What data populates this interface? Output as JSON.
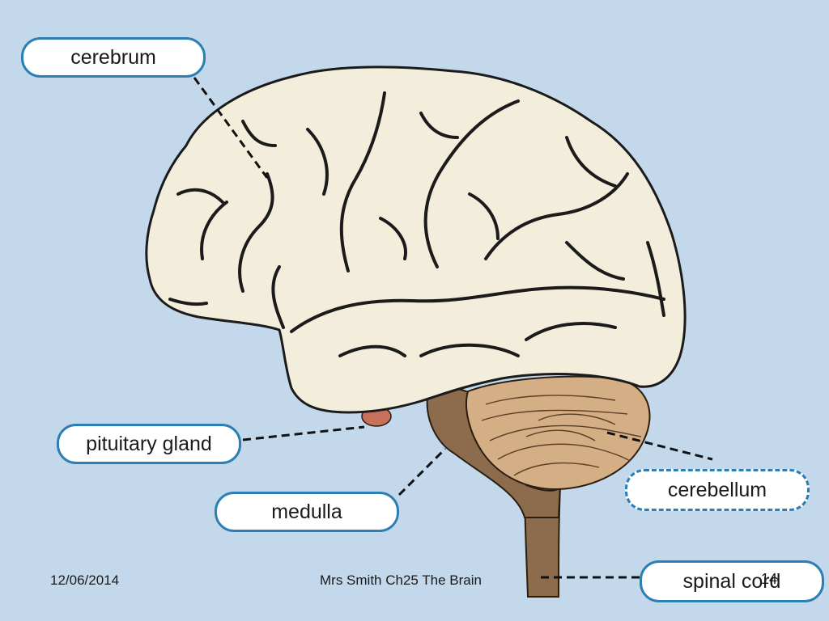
{
  "labels": {
    "cerebrum": "cerebrum",
    "pituitary_gland": "pituitary gland",
    "medulla": "medulla",
    "cerebellum": "cerebellum",
    "spinal_cord": "spinal cord"
  },
  "footer": {
    "date": "12/06/2014",
    "title": "Mrs Smith Ch25 The Brain",
    "page_number": "14"
  },
  "colors": {
    "background": "#c4d8ec",
    "label_border": "#2b7fb2",
    "cerebrum_fill": "#f3eedc",
    "cerebellum_fill": "#d4ae84",
    "brainstem_fill": "#8c6c4c",
    "pituitary_fill": "#c8705a"
  }
}
